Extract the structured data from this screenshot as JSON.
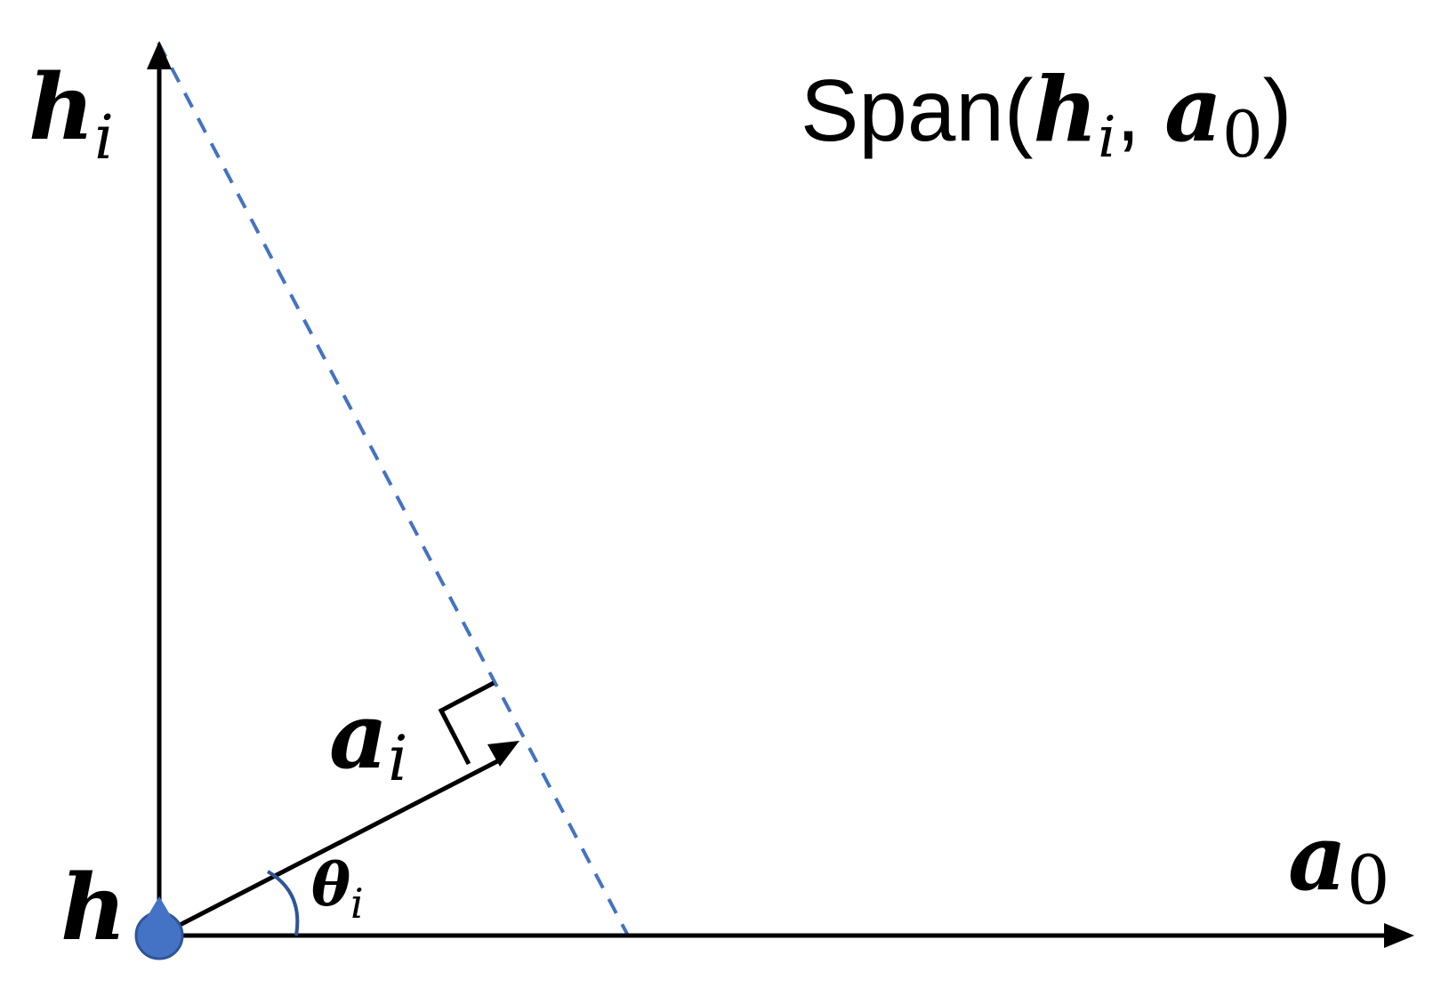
{
  "labels": {
    "hi_vector": {
      "main": "h",
      "sub": "i"
    },
    "a0_vector": {
      "main": "a",
      "sub": "0"
    },
    "ai_vector": {
      "main": "a",
      "sub": "i"
    },
    "origin": {
      "main": "h"
    },
    "angle": {
      "main": "θ",
      "sub": "i"
    },
    "span": {
      "prefix": "Span(",
      "h_main": "h",
      "h_sub": "i",
      "comma": ",",
      "a_main": "a",
      "a_sub": "0",
      "suffix": ")"
    }
  },
  "colors": {
    "axis": "#000000",
    "dashed_line": "#4472C4",
    "origin_point": "#4472C4",
    "angle_arc": "#2F5597"
  }
}
